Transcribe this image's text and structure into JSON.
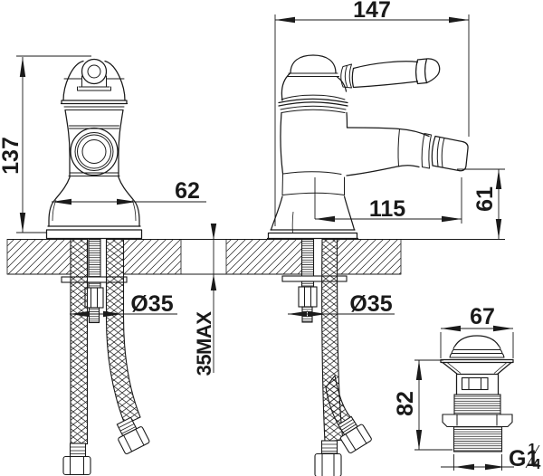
{
  "page": {
    "background": "#ffffff",
    "line_color": "#1a1a1a"
  },
  "labels": {
    "height": "137",
    "base_width": "62",
    "hole_left": "Ø35",
    "deck_max": "35MAX",
    "overall_length": "147",
    "spout_reach": "115",
    "outlet_height": "61",
    "hole_right": "Ø35",
    "drain_width": "67",
    "drain_height": "82",
    "thread_prefix": "G1",
    "thread_numerator": "1",
    "thread_denominator": "4"
  }
}
